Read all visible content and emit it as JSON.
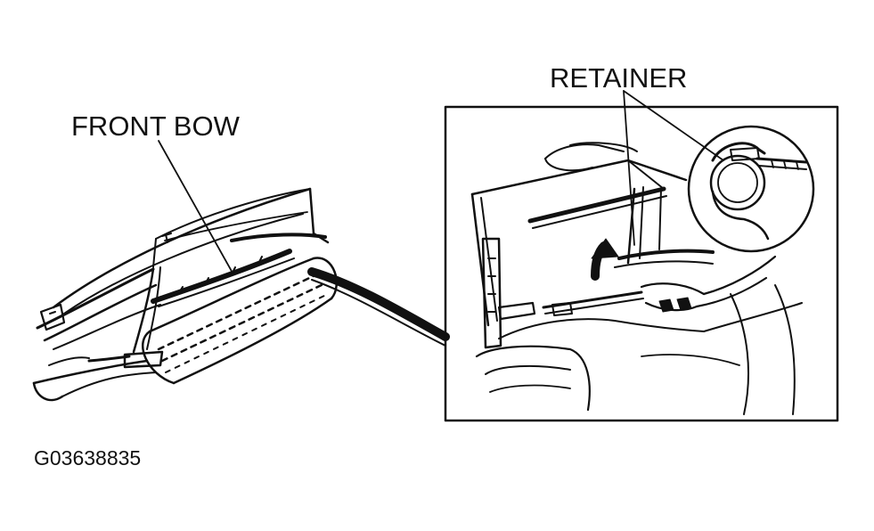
{
  "labels": {
    "front_bow": "FRONT BOW",
    "retainer": "RETAINER"
  },
  "figure_id": "G03638835",
  "colors": {
    "ink": "#111111",
    "background": "#ffffff"
  }
}
